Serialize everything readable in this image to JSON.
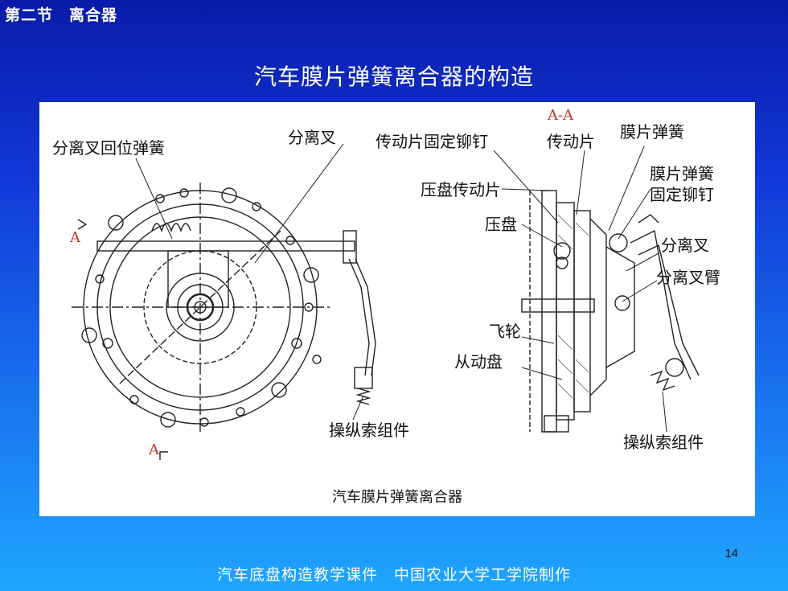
{
  "header": {
    "section": "第二节　离合器"
  },
  "slide": {
    "title": "汽车膜片弹簧离合器的构造",
    "page_number": "14"
  },
  "diagram": {
    "section_mark": "A-A",
    "labels": {
      "release_fork_return_spring": "分离叉回位弹簧",
      "release_fork_top": "分离叉",
      "drive_plate_rivet": "传动片固定铆钉",
      "drive_plate": "传动片",
      "diaphragm_spring": "膜片弹簧",
      "diaphragm_spring_rivet_line1": "膜片弹簧",
      "diaphragm_spring_rivet_line2": "固定铆钉",
      "pressure_plate_drive": "压盘传动片",
      "pressure_plate": "压盘",
      "release_fork_right": "分离叉",
      "release_fork_arm": "分离叉臂",
      "flywheel": "飞轮",
      "driven_disc": "从动盘",
      "cable_assembly_left": "操纵索组件",
      "cable_assembly_right": "操纵索组件"
    },
    "caption": "汽车膜片弹簧离合器",
    "marks": {
      "a_upper": "A",
      "a_lower": "A"
    }
  },
  "footer": {
    "text": "汽车底盘构造教学课件　中国农业大学工学院制作"
  }
}
